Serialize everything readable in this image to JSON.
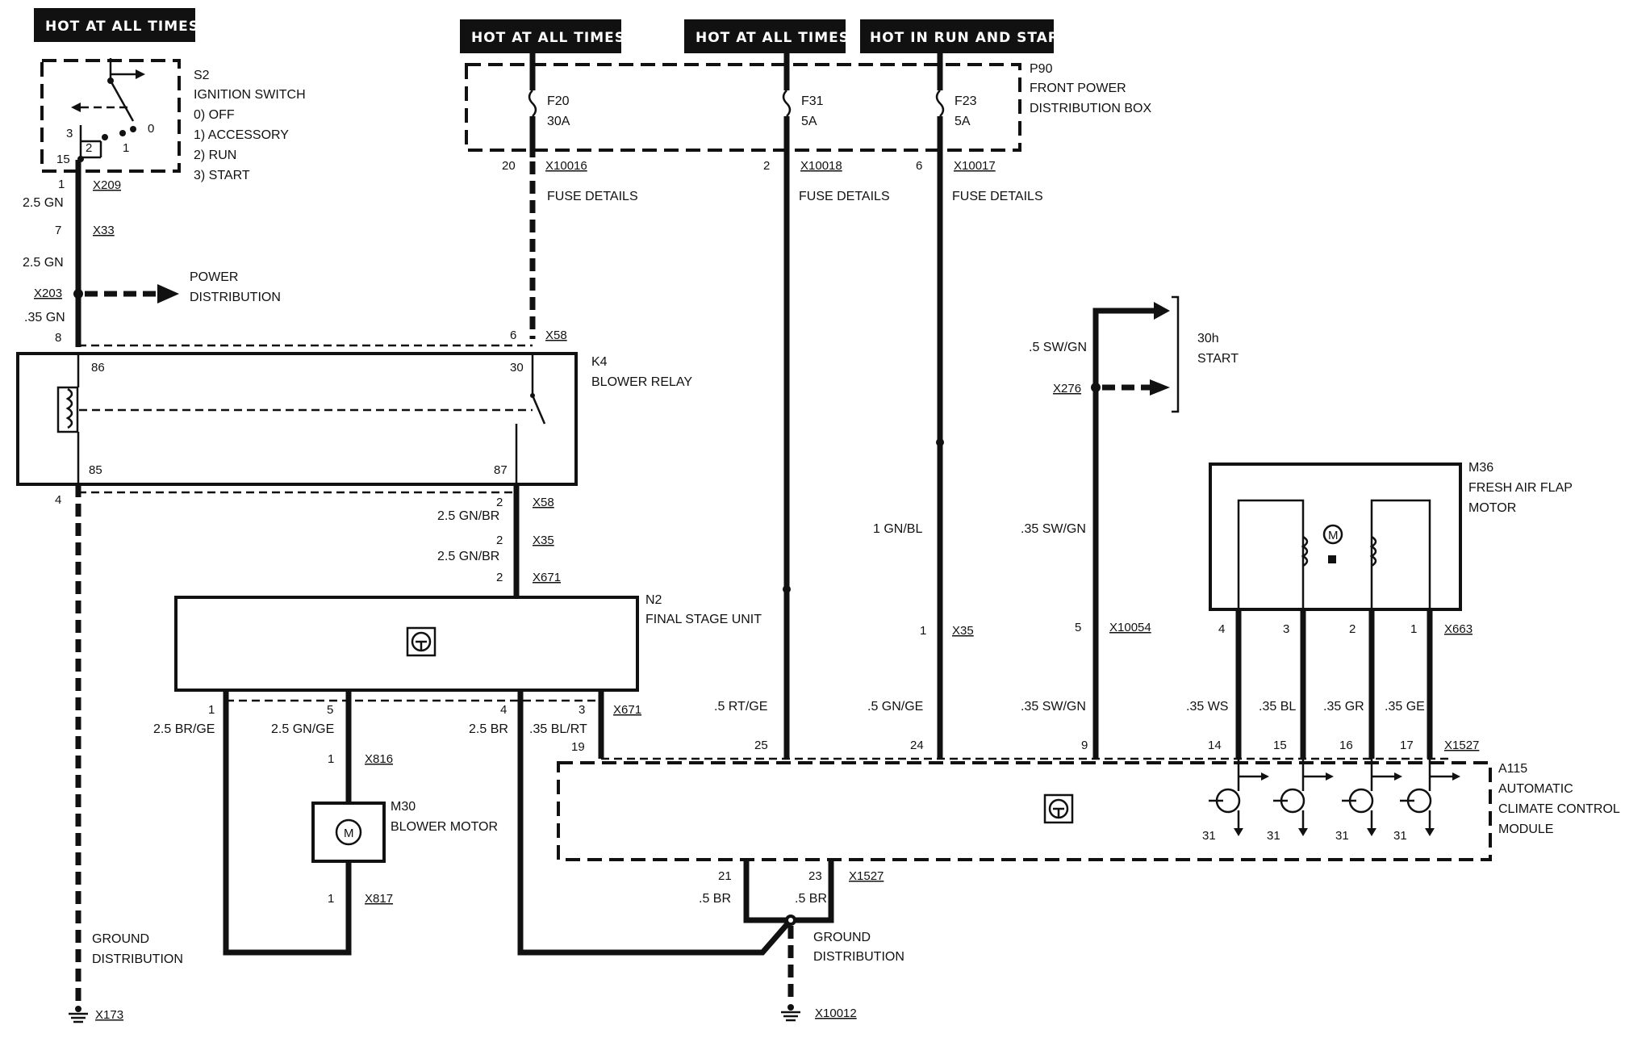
{
  "headers": {
    "h1": "HOT AT ALL TIMES",
    "h2": "HOT AT ALL TIMES",
    "h3": "HOT AT ALL TIMES",
    "h4": "HOT IN RUN AND START"
  },
  "components": {
    "s2": {
      "id": "S2",
      "name": "IGNITION SWITCH",
      "positions": [
        "0)   OFF",
        "1)   ACCESSORY",
        "2)   RUN",
        "3)   START"
      ],
      "terms": {
        "t3": "3",
        "t2": "2",
        "t1": "1",
        "t0": "0",
        "t15": "15"
      }
    },
    "p90": {
      "id": "P90",
      "line1": "FRONT POWER",
      "line2": "DISTRIBUTION BOX"
    },
    "fuses": [
      {
        "name": "F20",
        "rating": "30A"
      },
      {
        "name": "F31",
        "rating": "5A"
      },
      {
        "name": "F23",
        "rating": "5A"
      }
    ],
    "k4": {
      "id": "K4",
      "name": "BLOWER RELAY",
      "pins": {
        "p86": "86",
        "p30": "30",
        "p85": "85",
        "p87": "87"
      }
    },
    "n2": {
      "id": "N2",
      "name": "FINAL STAGE UNIT"
    },
    "m30": {
      "id": "M30",
      "name": "BLOWER MOTOR"
    },
    "m36": {
      "id": "M36",
      "line1": "FRESH AIR FLAP",
      "line2": "MOTOR"
    },
    "a115": {
      "id": "A115",
      "line1": "AUTOMATIC",
      "line2": "CLIMATE CONTROL",
      "line3": "MODULE"
    }
  },
  "connectors": {
    "x209": "X209",
    "x33": "X33",
    "x203": "X203",
    "x58a": "X58",
    "x58b": "X58",
    "x35a": "X35",
    "x671a": "X671",
    "x671b": "X671",
    "x816": "X816",
    "x817": "X817",
    "x173": "X173",
    "x10016": "X10016",
    "x10018": "X10018",
    "x10017": "X10017",
    "x35b": "X35",
    "x276": "X276",
    "x10054": "X10054",
    "x663": "X663",
    "x1527a": "X1527",
    "x1527b": "X1527",
    "x10012": "X10012"
  },
  "wires": {
    "gn25a": "2.5 GN",
    "gn25b": "2.5 GN",
    "gn35": ".35 GN",
    "gnbr1": "2.5 GN/BR",
    "gnbr2": "2.5 GN/BR",
    "brge": "2.5 BR/GE",
    "gnge": "2.5 GN/GE",
    "br25": "2.5 BR",
    "blrt": ".35 BL/RT",
    "rtge": ".5 RT/GE",
    "gnge5": ".5 GN/GE",
    "gnbl": "1 GN/BL",
    "swgn5": ".5 SW/GN",
    "swgn35a": ".35 SW/GN",
    "swgn35b": ".35 SW/GN",
    "ws": ".35 WS",
    "bl": ".35 BL",
    "gr": ".35 GR",
    "ge": ".35 GE",
    "br5a": ".5 BR",
    "br5b": ".5 BR"
  },
  "pins": {
    "p1a": "1",
    "p7": "7",
    "p8": "8",
    "p4": "4",
    "p6": "6",
    "p2a": "2",
    "p2b": "2",
    "p2c": "2",
    "p20": "20",
    "p2f": "2",
    "p6f": "6",
    "n2p1": "1",
    "n2p5": "5",
    "n2p4": "4",
    "n2p3": "3",
    "m30p1a": "1",
    "m30p1b": "1",
    "p19": "19",
    "p25": "25",
    "p24": "24",
    "p9": "9",
    "p14": "14",
    "p15": "15",
    "p16": "16",
    "p17": "17",
    "x35p1": "1",
    "x10054p5": "5",
    "m36p4": "4",
    "m36p3": "3",
    "m36p2": "2",
    "m36p1": "1",
    "p21": "21",
    "p23": "23",
    "g31a": "31",
    "g31b": "31",
    "g31c": "31",
    "g31d": "31"
  },
  "notes": {
    "fuse_details1": "FUSE DETAILS",
    "fuse_details2": "FUSE DETAILS",
    "fuse_details3": "FUSE DETAILS",
    "power_dist1": "POWER",
    "power_dist2": "DISTRIBUTION",
    "ground_dist1a": "GROUND",
    "ground_dist1b": "DISTRIBUTION",
    "ground_dist2a": "GROUND",
    "ground_dist2b": "DISTRIBUTION",
    "start_30h": "30h",
    "start_label": "START"
  },
  "motor_glyph": "M"
}
